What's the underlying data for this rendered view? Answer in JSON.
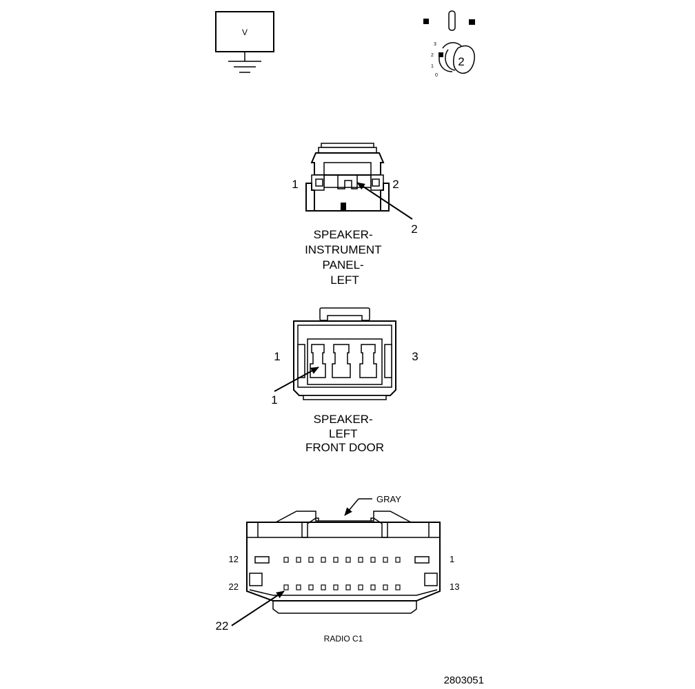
{
  "symbols": {
    "voltmeter_label": "V",
    "ignition_position_label": "2",
    "ignition_scale": [
      "3",
      "2",
      "1",
      "0"
    ]
  },
  "connector_ip_left": {
    "pin_left": "1",
    "pin_right": "2",
    "callout": "2",
    "name_lines": [
      "SPEAKER-",
      "INSTRUMENT",
      "PANEL-",
      "LEFT"
    ]
  },
  "connector_door_left": {
    "pin_left": "1",
    "pin_right": "3",
    "callout": "1",
    "name_lines": [
      "SPEAKER-",
      "LEFT",
      "FRONT DOOR"
    ]
  },
  "connector_radio_c1": {
    "color_label": "GRAY",
    "top_left_pin": "12",
    "top_right_pin": "1",
    "bottom_left_pin": "22",
    "bottom_right_pin": "13",
    "callout": "22",
    "name": "RADIO C1"
  },
  "figure_number": "2803051"
}
